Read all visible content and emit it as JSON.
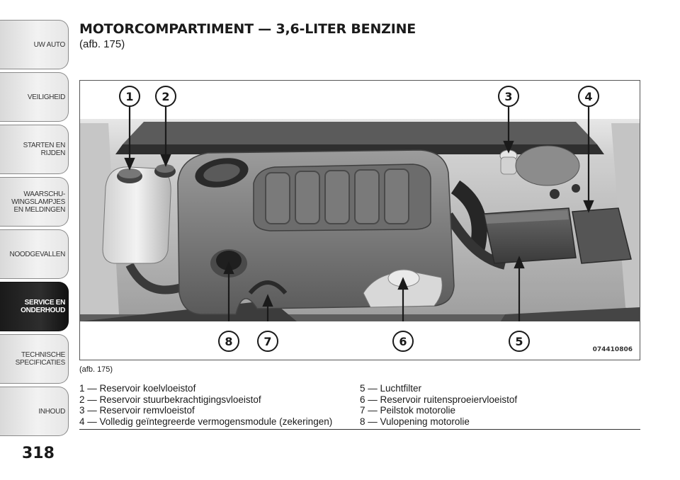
{
  "sidebar": {
    "tabs": [
      {
        "label": "UW AUTO",
        "active": false
      },
      {
        "label": "VEILIGHEID",
        "active": false
      },
      {
        "label": "STARTEN EN\nRIJDEN",
        "active": false
      },
      {
        "label": "WAARSCHU-\nWINGSLAMPJES\nEN MELDINGEN",
        "active": false
      },
      {
        "label": "NOODGEVALLEN",
        "active": false
      },
      {
        "label": "SERVICE EN\nONDERHOUD",
        "active": true
      },
      {
        "label": "TECHNISCHE\nSPECIFICATIES",
        "active": false
      },
      {
        "label": "INHOUD",
        "active": false
      }
    ]
  },
  "page": {
    "title": "MOTORCOMPARTIMENT — 3,6-LITER BENZINE",
    "subtitle": "(afb. 175)",
    "page_number": "318"
  },
  "figure": {
    "code": "074410806",
    "caption": "(afb. 175)",
    "callouts": [
      "1",
      "2",
      "3",
      "4",
      "5",
      "6",
      "7",
      "8"
    ]
  },
  "legend": {
    "left": [
      "1 — Reservoir koelvloeistof",
      "2 — Reservoir stuurbekrachtigingsvloeistof",
      "3 — Reservoir remvloeistof",
      "4 — Volledig geïntegreerde vermogensmodule (zekeringen)"
    ],
    "right": [
      "5 — Luchtfilter",
      "6 — Reservoir ruitensproeiervloeistof",
      "7 — Peilstok motorolie",
      "8 — Vulopening motorolie"
    ]
  }
}
